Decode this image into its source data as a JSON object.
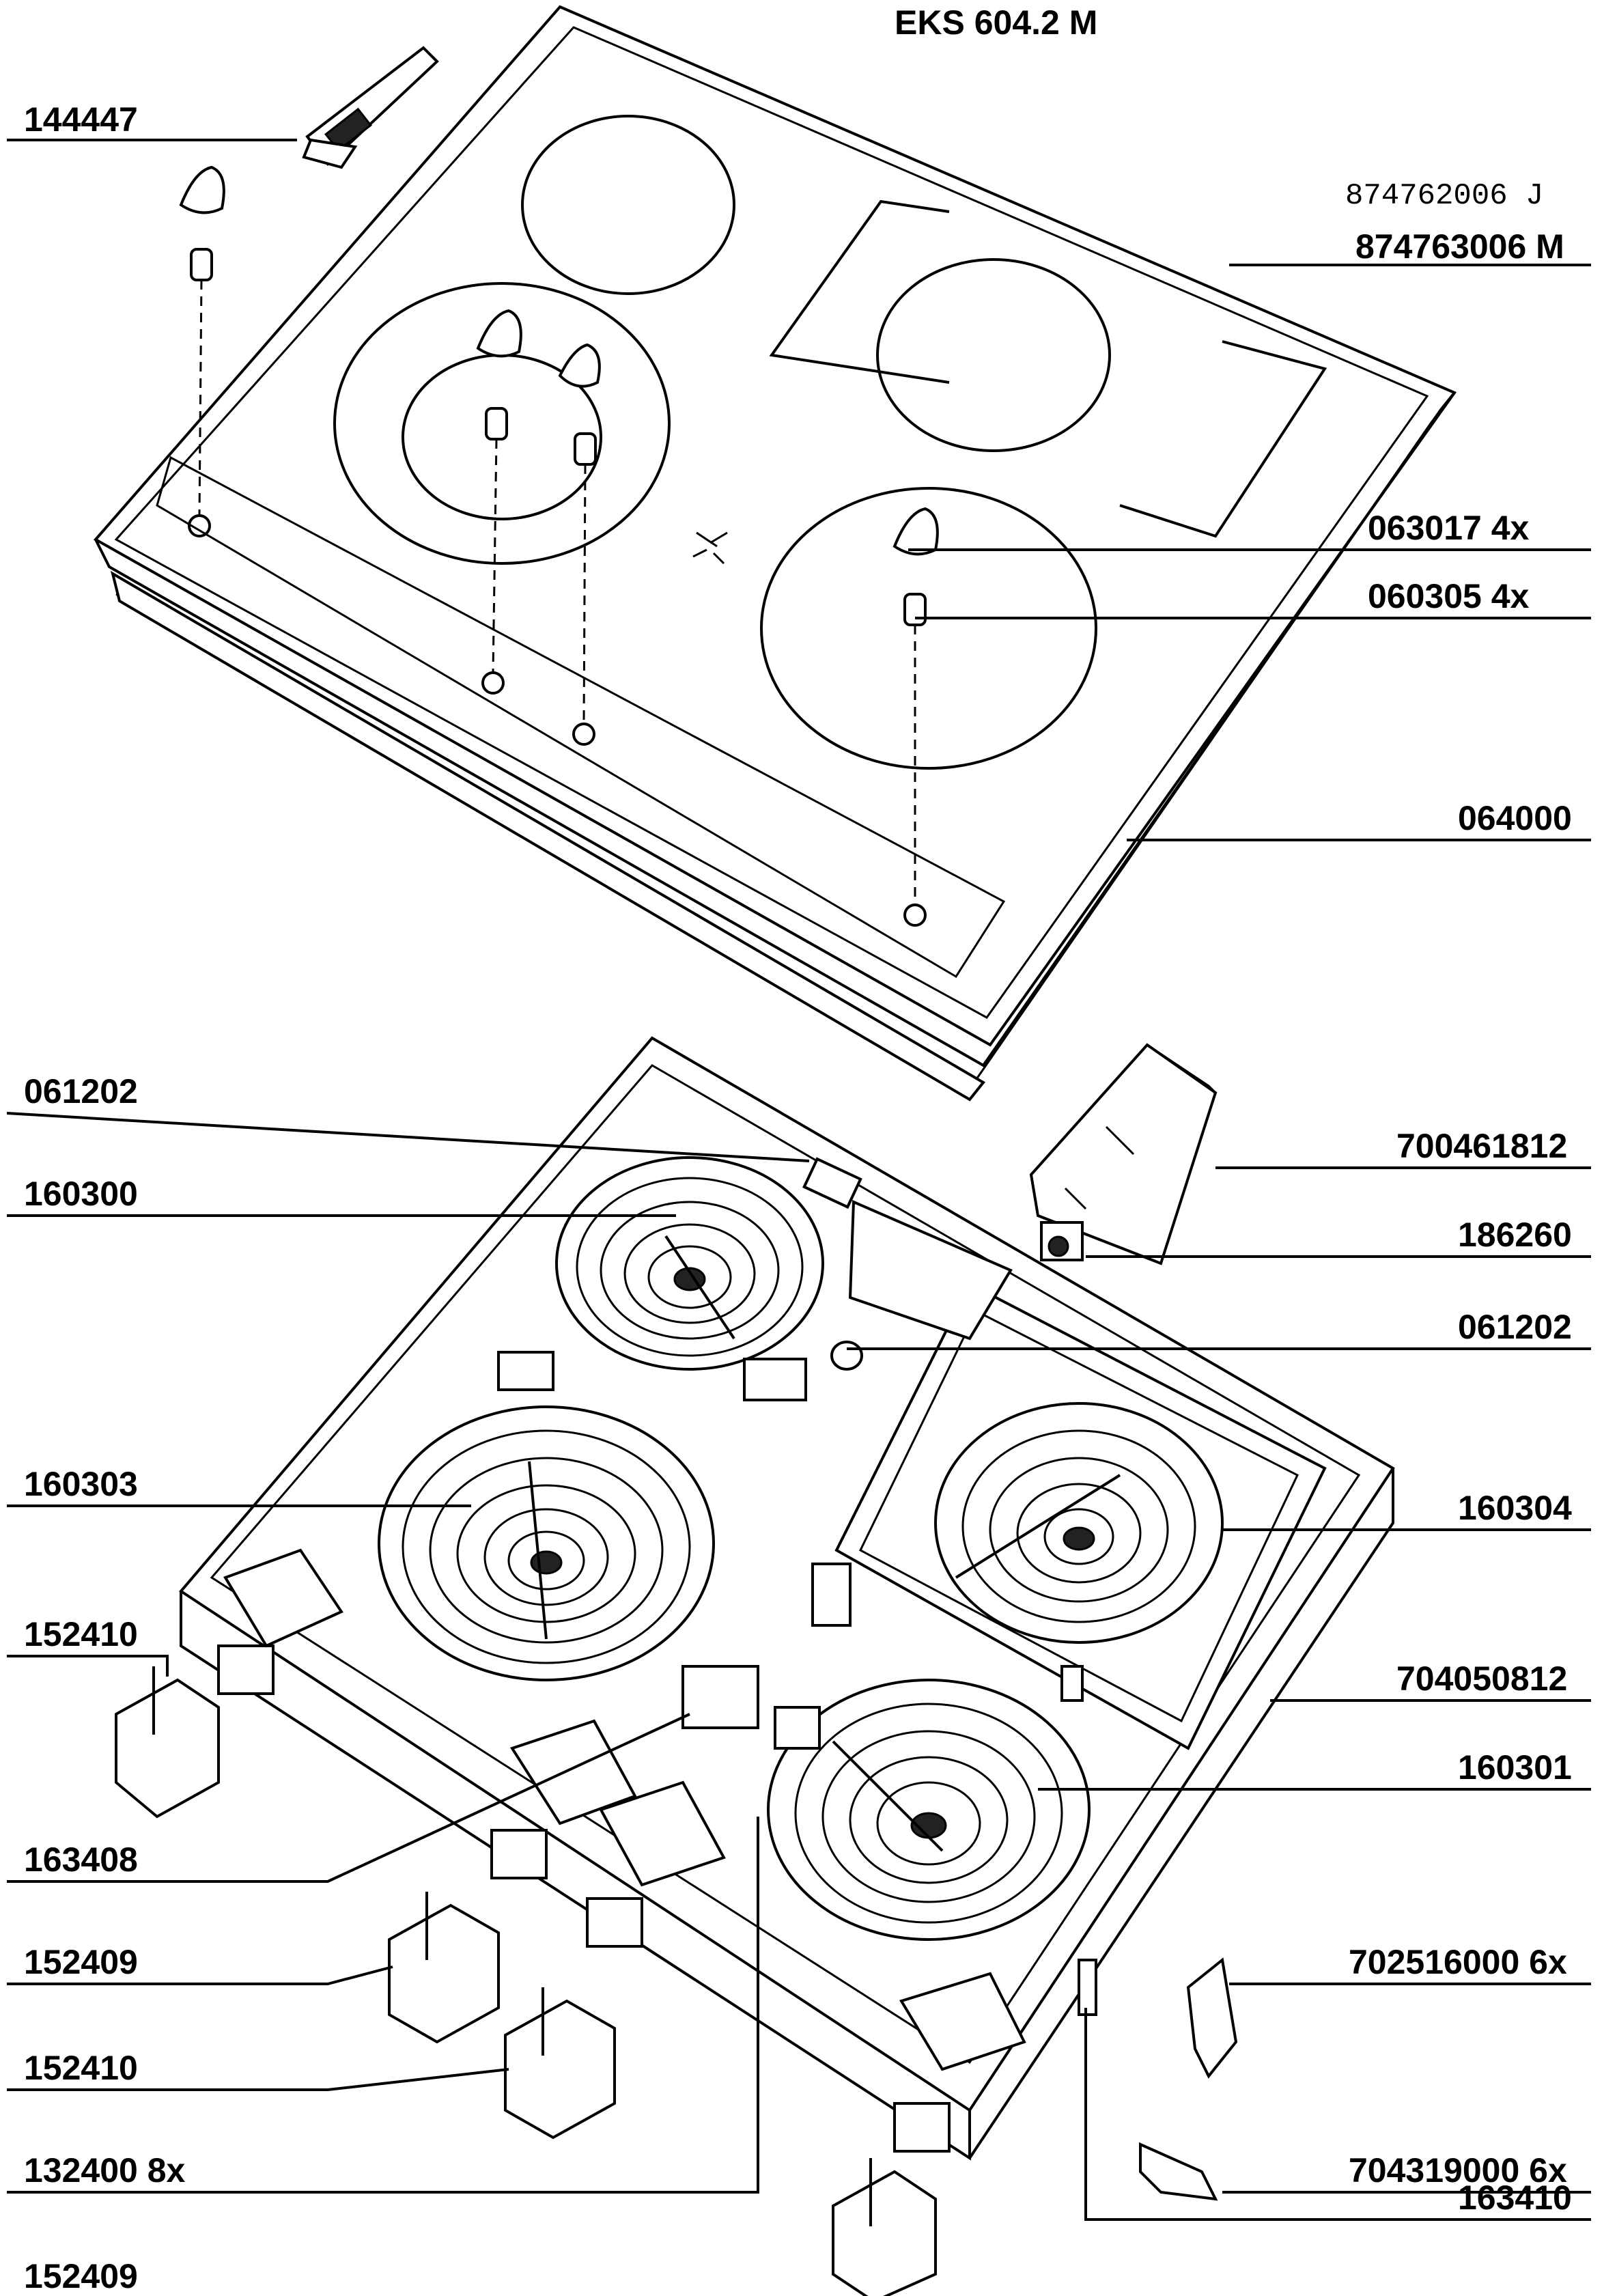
{
  "title": "EKS 604.2 M",
  "model_numbers": {
    "j": "874762006  J",
    "m": "874763006 M"
  },
  "labels": {
    "l144447": "144447",
    "l063017": "063017 4x",
    "l060305": "060305 4x",
    "l064000": "064000",
    "l061202a": "061202",
    "l700461812": "700461812",
    "l160300": "160300",
    "l186260": "186260",
    "l061202b": "061202",
    "l160303": "160303",
    "l160304": "160304",
    "l152410a": "152410",
    "l704050812": "704050812",
    "l160301": "160301",
    "l163408": "163408",
    "l702516000": "702516000 6x",
    "l152409a": "152409",
    "l152410b": "152410",
    "l704319000": "704319000 6x",
    "l132400": "132400 8x",
    "l163410": "163410",
    "l152409b": "152409"
  }
}
